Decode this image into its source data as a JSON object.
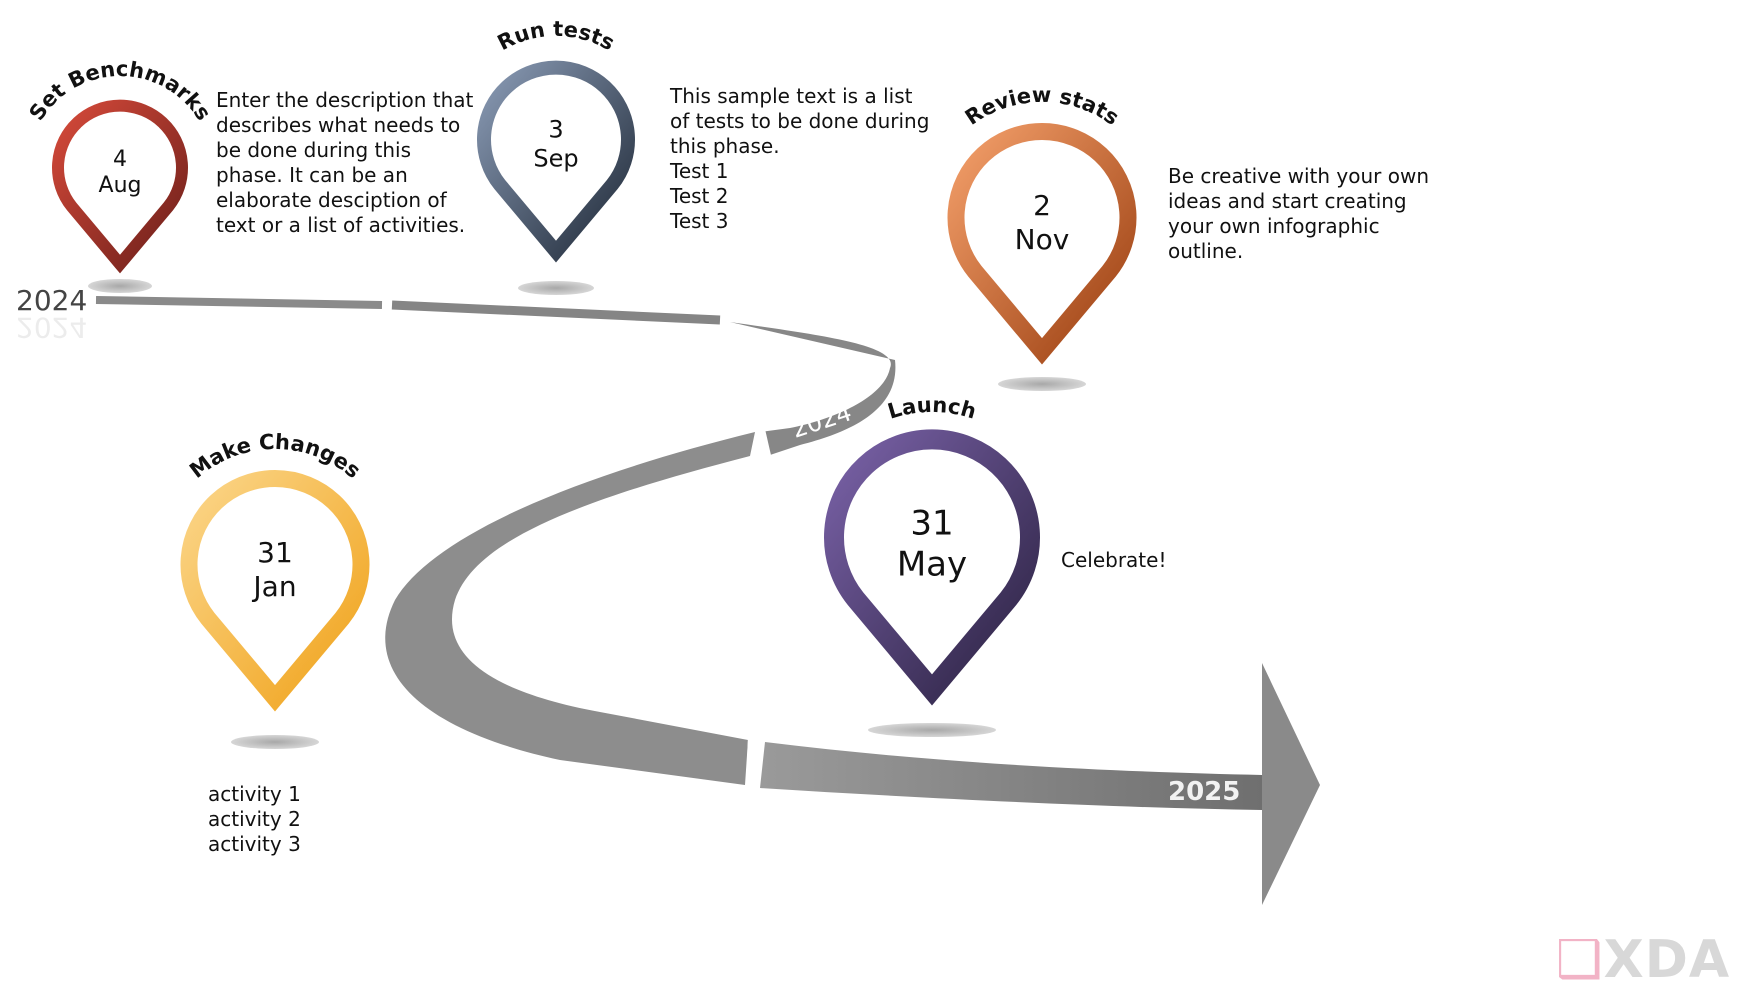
{
  "timeline": {
    "year_labels": {
      "start": "2024",
      "start_reflection": "2024",
      "mid": "2024",
      "end": "2025"
    },
    "colors": {
      "road": "#8a8a8a",
      "road_dark": "#6e6e6e",
      "shadow": "#bdbdbd"
    },
    "milestones": [
      {
        "title": "Set Benchmarks",
        "day": "4",
        "month": "Aug",
        "color_top": "#d64a3a",
        "color_bottom": "#6b1f1a",
        "description": [
          "Enter the description that",
          "describes what needs to",
          "be done during this",
          "phase. It can be an",
          "elaborate desciption of",
          "text or a list of activities."
        ]
      },
      {
        "title": "Run tests",
        "day": "3",
        "month": "Sep",
        "color_top": "#8a9bb5",
        "color_bottom": "#1f2937",
        "description": [
          "This sample text is a list",
          "of tests to be done during",
          "this phase.",
          "Test 1",
          "Test 2",
          "Test 3"
        ]
      },
      {
        "title": "Review  stats",
        "day": "2",
        "month": "Nov",
        "color_top": "#f4a06b",
        "color_bottom": "#9a3e10",
        "description": [
          "Be creative with your own",
          "ideas and start creating",
          "your own infographic",
          "outline."
        ]
      },
      {
        "title": "Make Changes",
        "day": "31",
        "month": "Jan",
        "color_top": "#fbd68a",
        "color_bottom": "#f0a21a",
        "description": [
          "activity 1",
          "activity 2",
          "activity 3"
        ]
      },
      {
        "title": "Launch",
        "day": "31",
        "month": "May",
        "color_top": "#7a62a8",
        "color_bottom": "#2a2140",
        "description": [
          "Celebrate!"
        ]
      }
    ],
    "watermark": {
      "logo_glyph": "❑",
      "text": "XDA"
    }
  }
}
